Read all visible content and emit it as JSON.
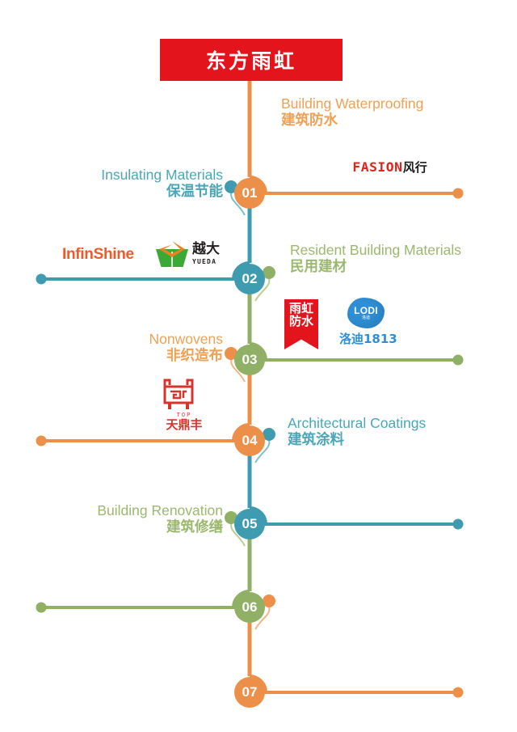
{
  "header": {
    "brand_cn": "东方雨虹",
    "brand_bg": "#e3141b",
    "brand_color": "#ffffff"
  },
  "palette": {
    "orange": "#ec9049",
    "teal": "#3f9cb0",
    "green": "#8fb065",
    "orange_text": "#eea154",
    "teal_text": "#4aa6b8",
    "green_text": "#9cb86e",
    "red": "#e3141b"
  },
  "timeline": {
    "nodes": [
      {
        "number": "01",
        "color_name": "orange",
        "color": "#ec9049",
        "label_side": "right",
        "label_en": "Building Waterproofing",
        "label_cn": "建筑防水",
        "label_color": "#eea154",
        "dot_side": "left",
        "dot_color": "#3f9cb0",
        "connector_side": "right",
        "connector_color": "#ec9049"
      },
      {
        "number": "02",
        "color_name": "teal",
        "color": "#3f9cb0",
        "label_side": "left",
        "label_en": "Insulating Materials",
        "label_cn": "保温节能",
        "label_color": "#4aa6b8",
        "dot_side": "right",
        "dot_color": "#8fb065",
        "connector_side": "left",
        "connector_color": "#3f9cb0"
      },
      {
        "number": "03",
        "color_name": "green",
        "color": "#8fb065",
        "label_side": "right",
        "label_en": "Resident Building Materials",
        "label_cn": "民用建材",
        "label_color": "#9cb86e",
        "dot_side": "left",
        "dot_color": "#ec9049",
        "connector_side": "right",
        "connector_color": "#8fb065"
      },
      {
        "number": "04",
        "color_name": "orange",
        "color": "#ec9049",
        "label_side": "left",
        "label_en": "Nonwovens",
        "label_cn": "非织造布",
        "label_color": "#eea154",
        "dot_side": "right",
        "dot_color": "#3f9cb0",
        "connector_side": "left",
        "connector_color": "#ec9049"
      },
      {
        "number": "05",
        "color_name": "teal",
        "color": "#3f9cb0",
        "label_side": "right",
        "label_en": "Architectural Coatings",
        "label_cn": "建筑涂料",
        "label_color": "#4aa6b8",
        "dot_side": "left",
        "dot_color": "#8fb065",
        "connector_side": "right",
        "connector_color": "#3f9cb0"
      },
      {
        "number": "06",
        "color_name": "green",
        "color": "#8fb065",
        "label_side": "left",
        "label_en": "Building Renovation",
        "label_cn": "建筑修缮",
        "label_color": "#9cb86e",
        "dot_side": "right",
        "dot_color": "#ec9049",
        "connector_side": "left",
        "connector_color": "#8fb065"
      },
      {
        "number": "07",
        "color_name": "orange",
        "color": "#ec9049",
        "label_side": "none",
        "label_en": "",
        "label_cn": "",
        "label_color": "#eea154",
        "dot_side": "none",
        "dot_color": "",
        "connector_side": "right",
        "connector_color": "#ec9049"
      }
    ]
  },
  "logos": [
    {
      "id": "fasion",
      "name_latin": "FASION",
      "name_cn": "风行",
      "latin_color": "#e2231a",
      "cn_color": "#1b1b1b"
    },
    {
      "id": "infinshine",
      "name_latin": "InfinShine",
      "latin_color": "#ee5a2a"
    },
    {
      "id": "yueda",
      "name_cn": "越大",
      "name_latin": "YUEDA",
      "mark_colors": [
        "#ef8022",
        "#3aa935"
      ]
    },
    {
      "id": "yuhong",
      "name_cn_line1": "雨虹",
      "name_cn_line2": "防水",
      "bg": "#e3141b",
      "text_color": "#ffffff"
    },
    {
      "id": "lodi",
      "name_latin": "LODI",
      "mark_sub": "洛迪",
      "name_cn": "洛迪1813",
      "color": "#2e8fd6"
    },
    {
      "id": "tiandingfeng",
      "name_latin": "TOP",
      "name_cn": "天鼎丰",
      "color": "#d7342b"
    }
  ]
}
